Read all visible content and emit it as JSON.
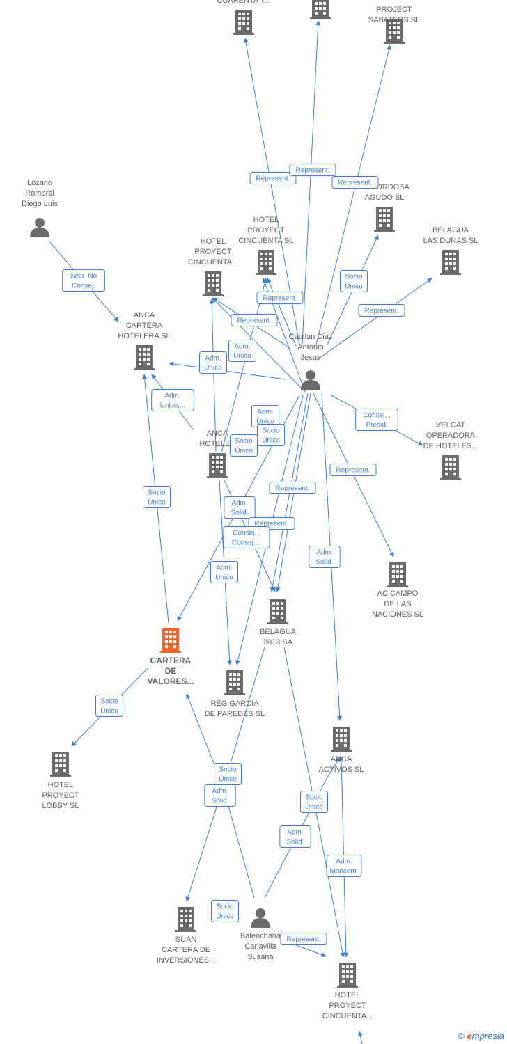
{
  "colors": {
    "edge": "#3a7fd5",
    "building": "#6b6b6b",
    "focus": "#f0632a",
    "person": "#6b6b6b",
    "label": "#5f5f5f"
  },
  "nodes": [
    {
      "id": "cuarenta",
      "type": "company",
      "lines": [
        "CUARENTA Y..."
      ]
    },
    {
      "id": "top2",
      "type": "company",
      "lines": []
    },
    {
      "id": "sabaters",
      "type": "company",
      "lines": [
        "PROJECT",
        "SABATERS  SL"
      ]
    },
    {
      "id": "lozano",
      "type": "person",
      "lines": [
        "Lozano",
        "Romeral",
        "Diego Luis"
      ]
    },
    {
      "id": "cordoba",
      "type": "company",
      "lines": [
        "EL CORDOBA",
        "AGUDO  SL"
      ]
    },
    {
      "id": "hpc_sl",
      "type": "company",
      "lines": [
        "HOTEL",
        "PROYECT",
        "CINCUENTA  SL"
      ]
    },
    {
      "id": "hpc1",
      "type": "company",
      "lines": [
        "HOTEL",
        "PROYECT",
        "CINCUENTA..."
      ]
    },
    {
      "id": "dunas",
      "type": "company",
      "lines": [
        "BELAGUA",
        "LAS DUNAS  SL"
      ]
    },
    {
      "id": "anca_cartera",
      "type": "company",
      "lines": [
        "ANCA",
        "CARTERA",
        "HOTELERA SL"
      ]
    },
    {
      "id": "catalan",
      "type": "person",
      "lines": [
        "Catalan Diaz",
        "Antonio",
        "Jesus"
      ]
    },
    {
      "id": "anca_hoteles",
      "type": "company",
      "lines": [
        "ANCA",
        "HOTELES"
      ]
    },
    {
      "id": "velcat",
      "type": "company",
      "lines": [
        "VELCAT",
        "OPERADORA",
        "DE HOTELES..."
      ]
    },
    {
      "id": "ac_campo",
      "type": "company",
      "lines": [
        "AC CAMPO",
        "DE LAS",
        "NACIONES  SL"
      ]
    },
    {
      "id": "belagua2013",
      "type": "company",
      "lines": [
        "BELAGUA",
        "2013 SA"
      ]
    },
    {
      "id": "cartera_valores",
      "type": "focus",
      "lines": [
        "CARTERA",
        "DE",
        "VALORES..."
      ]
    },
    {
      "id": "reg_garcia",
      "type": "company",
      "lines": [
        "REG GARCIA",
        "DE PAREDES SL"
      ]
    },
    {
      "id": "lobby",
      "type": "company",
      "lines": [
        "HOTEL",
        "PROYECT",
        "LOBBY  SL"
      ]
    },
    {
      "id": "anca_activos",
      "type": "company",
      "lines": [
        "ANCA",
        "ACTIVOS  SL"
      ]
    },
    {
      "id": "suan",
      "type": "company",
      "lines": [
        "SUAN",
        "CARTERA DE",
        "INVERSIONES..."
      ]
    },
    {
      "id": "balenchana",
      "type": "person",
      "lines": [
        "Balenchana",
        "Carlavilla",
        "Susana"
      ]
    },
    {
      "id": "hpc_bottom",
      "type": "company",
      "lines": [
        "HOTEL",
        "PROYECT",
        "CINCUENTA..."
      ]
    }
  ],
  "edge_labels": [
    {
      "id": "l1",
      "lines": [
        "Represent."
      ]
    },
    {
      "id": "l2",
      "lines": [
        "Represent."
      ]
    },
    {
      "id": "l3",
      "lines": [
        "Represent."
      ]
    },
    {
      "id": "l4",
      "lines": [
        "Secr.  No",
        "Consej."
      ]
    },
    {
      "id": "l5",
      "lines": [
        "Socio",
        "Único"
      ]
    },
    {
      "id": "l6",
      "lines": [
        "Represent."
      ]
    },
    {
      "id": "l7",
      "lines": [
        "Represent."
      ]
    },
    {
      "id": "l8",
      "lines": [
        "Represent."
      ]
    },
    {
      "id": "l9",
      "lines": [
        "Adm.",
        "Unico"
      ]
    },
    {
      "id": "l10",
      "lines": [
        "Adm.",
        "Unico"
      ]
    },
    {
      "id": "l11",
      "lines": [
        "Adm.",
        "Unico,..."
      ]
    },
    {
      "id": "l12",
      "lines": [
        "Adm.",
        "Unico"
      ]
    },
    {
      "id": "l13",
      "lines": [
        "Socio",
        "Único"
      ]
    },
    {
      "id": "l14",
      "lines": [
        "Socio",
        "Único"
      ]
    },
    {
      "id": "l15",
      "lines": [
        "Consej. ,",
        "Presid."
      ]
    },
    {
      "id": "l16",
      "lines": [
        "Represent."
      ]
    },
    {
      "id": "l17",
      "lines": [
        "Socio",
        "Único"
      ]
    },
    {
      "id": "l18",
      "lines": [
        "Represent."
      ]
    },
    {
      "id": "l19",
      "lines": [
        "Adm.",
        "Solid."
      ]
    },
    {
      "id": "l20",
      "lines": [
        "Represent."
      ]
    },
    {
      "id": "l21",
      "lines": [
        "Consej. ,",
        "Consej...."
      ]
    },
    {
      "id": "l22",
      "lines": [
        "Adm.",
        "Solid."
      ]
    },
    {
      "id": "l23",
      "lines": [
        "Adm.",
        "Unico"
      ]
    },
    {
      "id": "l24",
      "lines": [
        "Socio",
        "Único"
      ]
    },
    {
      "id": "l25",
      "lines": [
        "Socio",
        "Único"
      ]
    },
    {
      "id": "l26",
      "lines": [
        "Adm.",
        "Solid."
      ]
    },
    {
      "id": "l27",
      "lines": [
        "Socio",
        "Único"
      ]
    },
    {
      "id": "l28",
      "lines": [
        "Adm.",
        "Solid."
      ]
    },
    {
      "id": "l29",
      "lines": [
        "Adm.",
        "Mancom."
      ]
    },
    {
      "id": "l30",
      "lines": [
        "Socio",
        "Único"
      ]
    },
    {
      "id": "l31",
      "lines": [
        "Represent."
      ]
    }
  ],
  "watermark": {
    "copyright": "©",
    "brand_initial": "e",
    "brand_rest": "mpresia"
  }
}
